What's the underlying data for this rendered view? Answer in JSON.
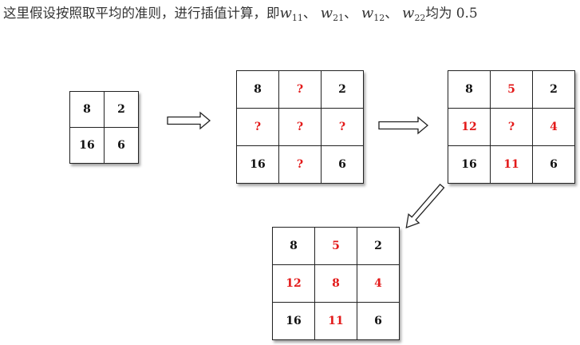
{
  "caption": {
    "prefix": "这里假设按照取平均的准则，进行插值计算，即",
    "w11": "w",
    "w11_sub": "11",
    "sep1": "、",
    "w21": "w",
    "w21_sub": "21",
    "sep2": "、",
    "w12": "w",
    "w12_sub": "12",
    "sep3": "、",
    "w22": "w",
    "w22_sub": "22",
    "suffix": "均为",
    "value": "0.5"
  },
  "grids": {
    "original": {
      "cells": [
        [
          "8",
          "2"
        ],
        [
          "16",
          "6"
        ]
      ]
    },
    "expanded": {
      "cells": [
        [
          "8",
          "?",
          "2"
        ],
        [
          "?",
          "?",
          "?"
        ],
        [
          "16",
          "?",
          "6"
        ]
      ]
    },
    "edges_filled": {
      "cells": [
        [
          "8",
          "5",
          "2"
        ],
        [
          "12",
          "?",
          "4"
        ],
        [
          "16",
          "11",
          "6"
        ]
      ]
    },
    "complete": {
      "cells": [
        [
          "8",
          "5",
          "2"
        ],
        [
          "12",
          "8",
          "4"
        ],
        [
          "16",
          "11",
          "6"
        ]
      ]
    }
  },
  "colors": {
    "known": "#111111",
    "interpolated": "#e31a1a"
  }
}
